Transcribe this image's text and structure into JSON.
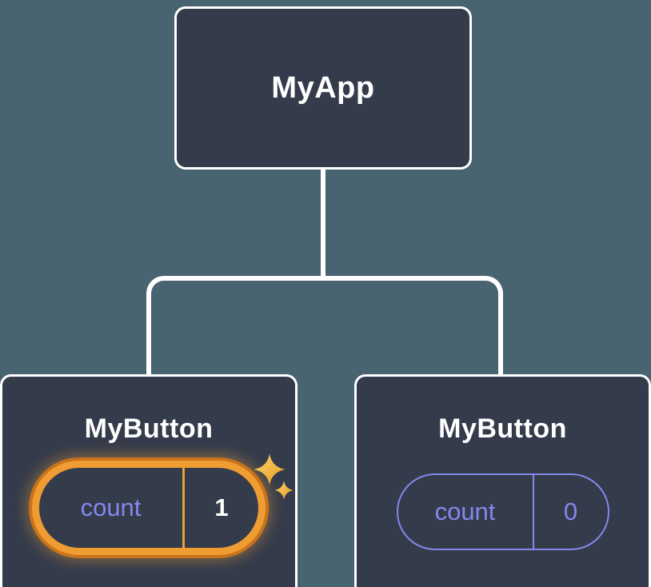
{
  "colors": {
    "background": "#486471",
    "node_background": "#343b4b",
    "node_border": "#ffffff",
    "connector": "#ffffff",
    "state_purple": "#8289ec",
    "highlight_orange": "#ef9d33",
    "highlight_orange_dark": "#c9731a",
    "sparkle_gold": "#f2b43e",
    "text_white": "#ffffff"
  },
  "diagram": {
    "type": "component-tree",
    "root": {
      "label": "MyApp"
    },
    "children": [
      {
        "label": "MyButton",
        "state": {
          "key": "count",
          "value": "1"
        },
        "highlighted": true
      },
      {
        "label": "MyButton",
        "state": {
          "key": "count",
          "value": "0"
        },
        "highlighted": false
      }
    ]
  }
}
